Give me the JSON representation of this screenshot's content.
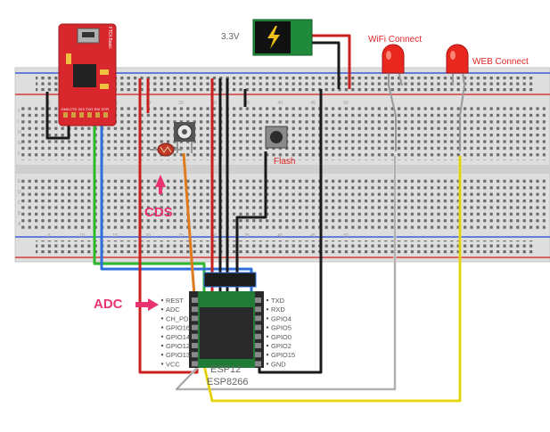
{
  "labels": {
    "power_supply": "3.3V",
    "wifi_led": "WiFi Connect",
    "web_led": "WEB Connect",
    "flash_button": "Flash",
    "cds": "CDS",
    "adc_callout": "ADC",
    "module_name": "ESP12",
    "module_chip": "ESP8266",
    "ftdi_board": "FTDI Basic"
  },
  "ftdi_pins": [
    "GND",
    "CTS",
    "3V3",
    "TXO",
    "RXI",
    "DTR"
  ],
  "esp_pins_left": [
    "REST",
    "ADC",
    "CH_PD",
    "GPIO16",
    "GPIO14",
    "GPIO12",
    "GPIO13",
    "VCC"
  ],
  "esp_pins_right": [
    "TXD",
    "RXD",
    "GPIO4",
    "GPIO5",
    "GPIO0",
    "GPIO2",
    "GPIO15",
    "GND"
  ],
  "breadboard_numbers": [
    "5",
    "10",
    "15",
    "20",
    "25",
    "30",
    "35",
    "40",
    "45",
    "50"
  ],
  "breadboard_letters_top": [
    "J",
    "I",
    "H",
    "G",
    "F"
  ],
  "breadboard_letters_bottom": [
    "E",
    "D",
    "C",
    "B",
    "A"
  ],
  "colors": {
    "rail_red": "#d63a3a",
    "rail_blue": "#3a5fd6",
    "wire_red": "#c8201e",
    "wire_black": "#1a1a1a",
    "wire_green": "#2eb82e",
    "wire_blue": "#2f6fd9",
    "wire_orange": "#e07a1f",
    "wire_yellow": "#f2e21a",
    "wire_white": "#f2f2f2",
    "callout_pink": "#e8336f",
    "ftdi_red": "#d9272e",
    "label_red": "#e02424"
  }
}
